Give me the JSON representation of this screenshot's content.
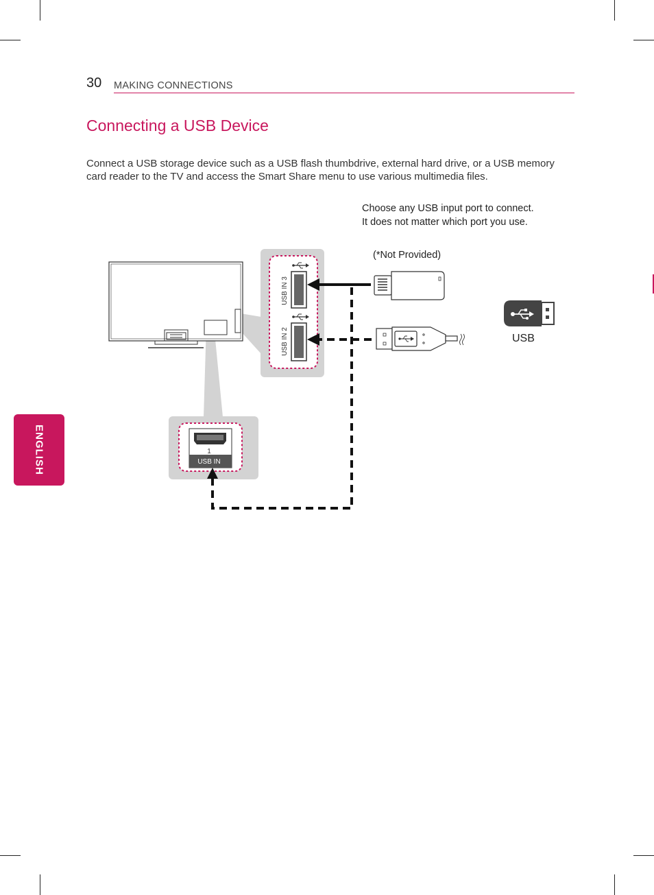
{
  "header": {
    "page_number": "30",
    "section": "MAKING CONNECTIONS"
  },
  "title": "Connecting a USB Device",
  "intro": "Connect a USB storage device such as a USB flash thumbdrive, external hard drive, or a USB memory card reader to the TV and access the Smart Share menu to use various multimedia files.",
  "note_lines": [
    "Choose any USB input port to connect.",
    "It does not matter which port you use."
  ],
  "diagram": {
    "not_provided": "(*Not Provided)",
    "usb_label": "USB",
    "port_usb_in_3": "USB IN 3",
    "port_usb_in_2": "USB IN 2",
    "port_usb_in_1_number": "1",
    "port_usb_in_1": "USB IN"
  },
  "side_tab": "ENGLISH",
  "colors": {
    "accent": "#c8175d",
    "panel": "#d3d3d3"
  }
}
